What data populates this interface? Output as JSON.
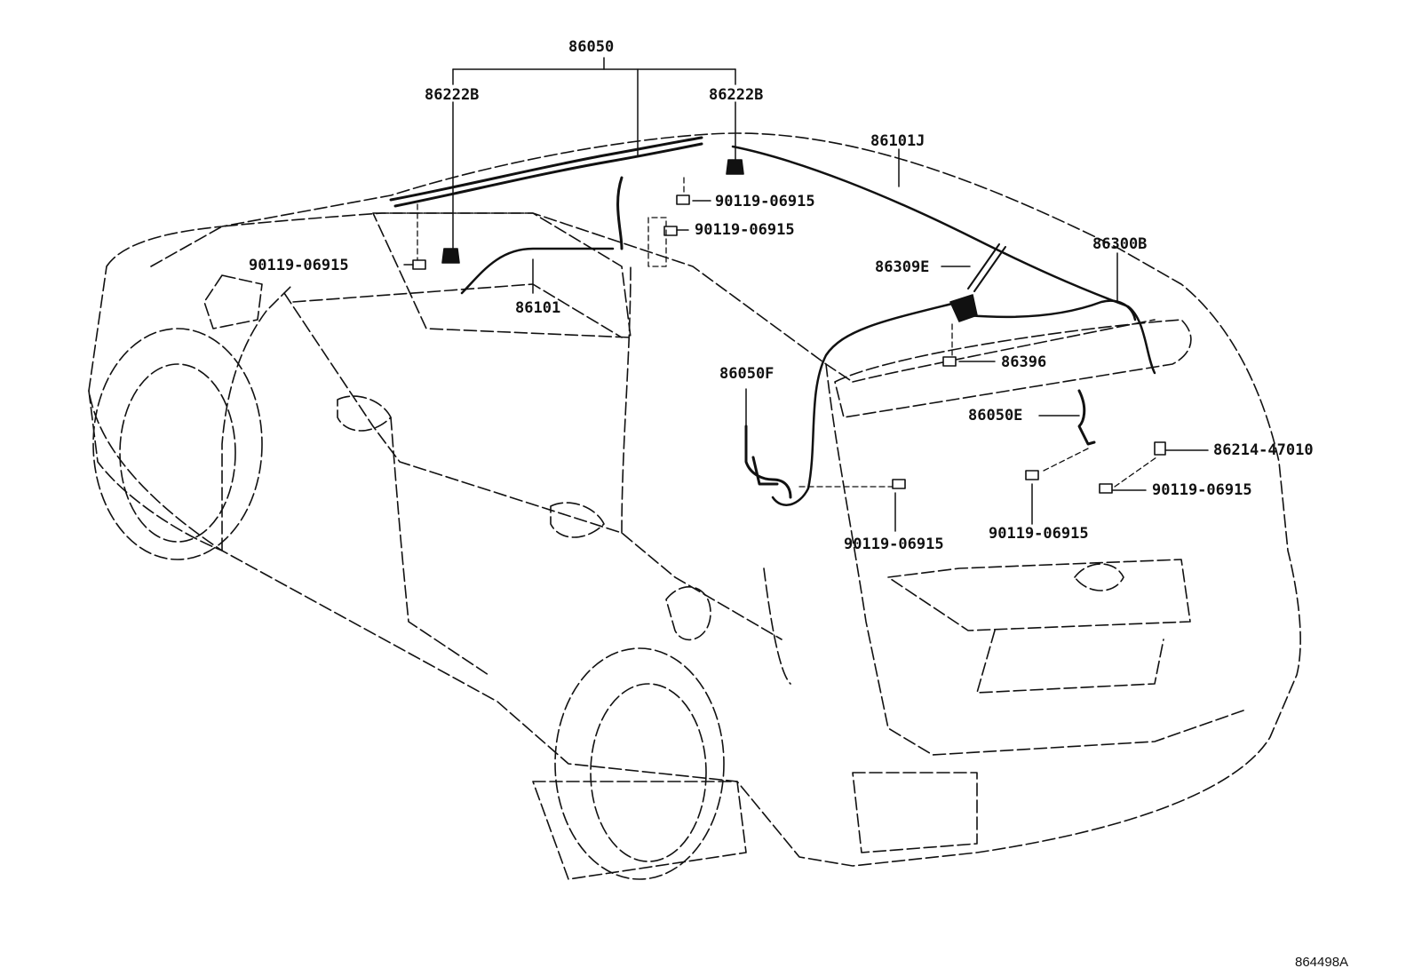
{
  "diagram": {
    "labels": {
      "p86050": "86050",
      "p86222b_left": "86222B",
      "p86222b_right": "86222B",
      "p86101j": "86101J",
      "p90119_top1": "90119-06915",
      "p90119_top2": "90119-06915",
      "p90119_left": "90119-06915",
      "p86101": "86101",
      "p86309e": "86309E",
      "p86300b": "86300B",
      "p86396": "86396",
      "p86050f": "86050F",
      "p86050e": "86050E",
      "p86214": "86214-47010",
      "p90119_rr": "90119-06915",
      "p90119_mid": "90119-06915",
      "p90119_ctr": "90119-06915"
    },
    "figure_ref": "864498A",
    "colors": {
      "line": "#111111",
      "background": "#ffffff"
    }
  }
}
